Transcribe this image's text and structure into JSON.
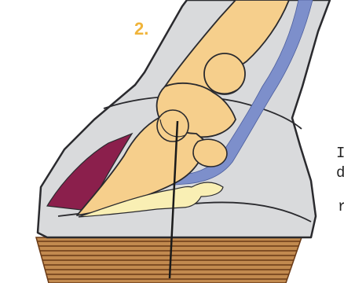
{
  "figure": {
    "number_label": "2."
  },
  "edge_text": {
    "line_1": "I",
    "line_2": "d",
    "line_3": "r"
  },
  "colors": {
    "hoof_wall_fill": "#d9dadc",
    "outline": "#2a2a2e",
    "bone_fill": "#f6cf8c",
    "navicular_fill": "#f9efb4",
    "tendon_blue": "#7d8fcb",
    "laminar_maroon": "#8b1f4c",
    "shoe_light": "#c28a4f",
    "shoe_dark": "#6b3b17",
    "figure_number": "#f0b43a"
  }
}
